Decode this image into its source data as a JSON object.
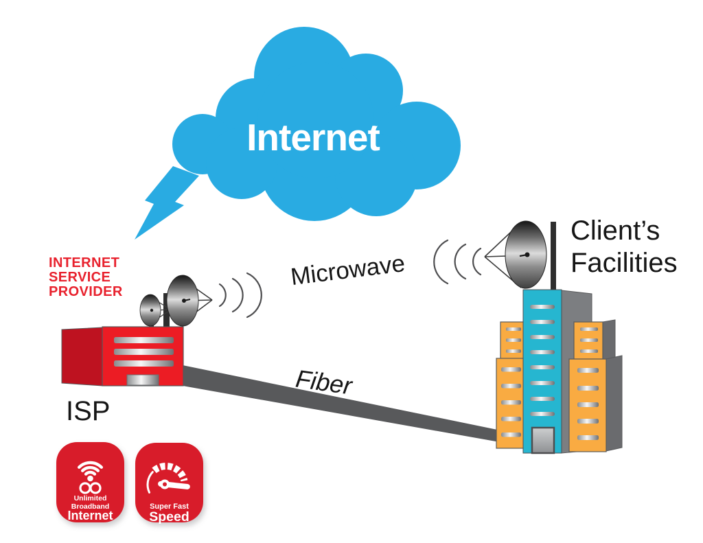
{
  "cloud": {
    "label": "Internet",
    "color": "#29ABE2",
    "text_color": "#FFFFFF",
    "icon": "cloud-shape"
  },
  "isp": {
    "provider_lines": [
      "INTERNET",
      "SERVICE",
      "PROVIDER"
    ],
    "provider_color": "#E8212D",
    "building_label": "ISP",
    "building_front_color": "#EC1C24",
    "building_side_color": "#BE1220",
    "icons": [
      "isp-building-icon",
      "satellite-dish-icon",
      "satellite-dish-icon"
    ]
  },
  "links": {
    "microwave_label": "Microwave",
    "fiber_label": "Fiber",
    "line_color": "#58595B",
    "wave_icon": "signal-waves-icon",
    "bolt_icon": "lightning-bolt-icon"
  },
  "client": {
    "facility_lines": [
      "Client’s",
      "Facilities"
    ],
    "tower_color": "#26B6D0",
    "building_color": "#F9AB42",
    "side_color": "#7C7E81",
    "icons": [
      "office-tower-icon",
      "satellite-dish-icon"
    ]
  },
  "badges": {
    "color": "#D81E2C",
    "text_color": "#FFFFFF",
    "unlimited": {
      "icon": "wifi-infinity-icon",
      "lines": [
        "Unlimited",
        "Broadband",
        "Internet"
      ]
    },
    "speed": {
      "icon": "speedometer-icon",
      "lines": [
        "Super Fast",
        "Speed"
      ]
    }
  }
}
